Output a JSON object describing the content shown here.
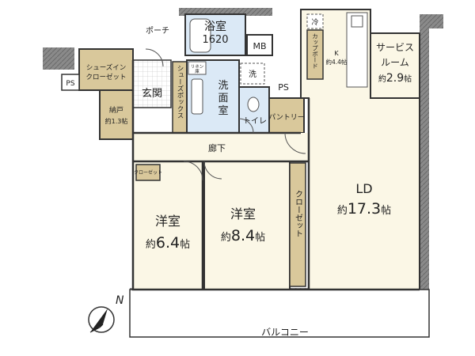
{
  "rooms": {
    "bath": {
      "name": "浴室",
      "size": "1620"
    },
    "porch": "ポーチ",
    "mb": "MB",
    "ps_left": "PS",
    "ps_center": "PS",
    "shoe_in_closet": {
      "line1": "シューズイン",
      "line2": "クローゼット"
    },
    "storage": {
      "name": "納戸",
      "size": "約1.3帖"
    },
    "entrance": "玄関",
    "shoe_box": "シューズボックス",
    "linen": {
      "line1": "リネン",
      "line2": "庫"
    },
    "washroom": {
      "line1": "洗",
      "line2": "面",
      "line3": "室"
    },
    "washer": "洗",
    "toilet": "トイレ",
    "pantry": "パントリー",
    "cupboard": "カップボード",
    "fridge": "冷",
    "kitchen": {
      "name": "K",
      "size": "約4.4帖"
    },
    "service_room": {
      "line1": "サービス",
      "line2": "ルーム",
      "size_prefix": "約",
      "size_num": "2.9",
      "size_unit": "帖"
    },
    "hallway": "廊下",
    "closet_small": "クローゼット",
    "western1": {
      "name": "洋室",
      "size_prefix": "約",
      "size_num": "6.4",
      "size_unit": "帖"
    },
    "western2": {
      "name": "洋室",
      "size_prefix": "約",
      "size_num": "8.4",
      "size_unit": "帖"
    },
    "closet_tall": "クローゼット",
    "ld": {
      "name": "LD",
      "size_prefix": "約",
      "size_num": "17.3",
      "size_unit": "帖"
    },
    "balcony": "バルコニー"
  },
  "compass": {
    "label": "N",
    "icon": "north-arrow-icon"
  },
  "colors": {
    "wall": "#7a7a7a",
    "floor_cream": "#fbf7e6",
    "floor_bath": "#dbe9f6",
    "storage_tan": "#d9c89b",
    "outline": "#333333"
  }
}
